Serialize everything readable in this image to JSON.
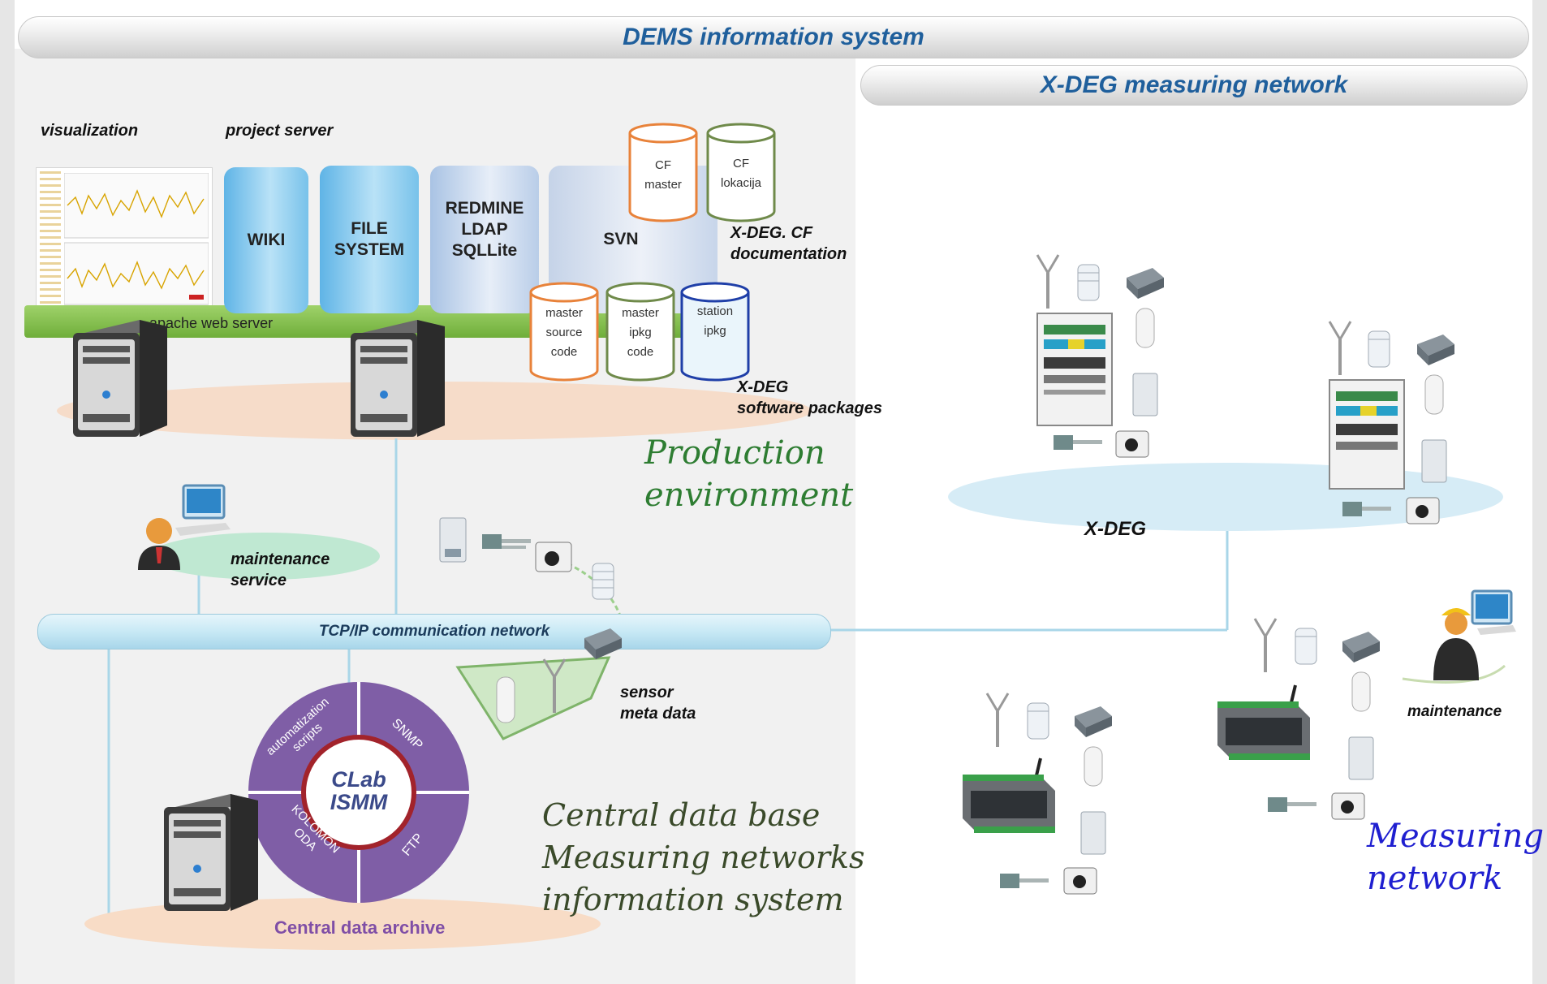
{
  "header": {
    "title": "DEMS information system"
  },
  "xdeg_header": {
    "title": "X-DEG measuring network"
  },
  "production": {
    "visualization_label": "visualization",
    "project_server_label": "project server",
    "pillars": {
      "wiki": "WIKI",
      "file_system": "FILE SYSTEM",
      "redmine": "REDMINE LDAP SQLLite",
      "svn": "SVN"
    },
    "cf_cylinders": [
      {
        "line1": "CF",
        "line2": "master"
      },
      {
        "line1": "CF",
        "line2": "lokacija"
      }
    ],
    "cf_doc_label": "X-DEG. CF documentation",
    "pkg_cylinders": [
      {
        "line1": "master",
        "line2": "source",
        "line3": "code"
      },
      {
        "line1": "master",
        "line2": "ipkg",
        "line3": "code"
      },
      {
        "line1": "station",
        "line2": "ipkg",
        "line3": ""
      }
    ],
    "packages_label_line1": "X-DEG",
    "packages_label_line2": "software packages",
    "apache_label": "apache web server",
    "environment_line1": "Production",
    "environment_line2": "environment"
  },
  "maintenance_service": {
    "line1": "maintenance",
    "line2": "service"
  },
  "network": {
    "label": "TCP/IP communication network"
  },
  "sensor_meta": {
    "line1": "sensor",
    "line2": "meta data"
  },
  "archive": {
    "center_line1": "CLab",
    "center_line2": "ISMM",
    "segments": {
      "tl_line1": "automatization",
      "tl_line2": "scripts",
      "tr": "SNMP",
      "bl_line1": "KOLOMON",
      "bl_line2": "ODA",
      "br": "FTP"
    },
    "label": "Central data archive"
  },
  "central_db": {
    "line1": "Central data base",
    "line2": "Measuring networks",
    "line3": "information system"
  },
  "xdeg_cloud_label": "X-DEG",
  "maintenance_label": "maintenance",
  "measuring_network": {
    "line1": "Measuring",
    "line2": "network"
  },
  "colors": {
    "title_blue": "#1f5f9c",
    "green_text": "#2e7d32",
    "purple": "#7f5ea6",
    "orange": "#e8823a",
    "olive": "#6f8a4a",
    "blue": "#1f3fa8"
  }
}
